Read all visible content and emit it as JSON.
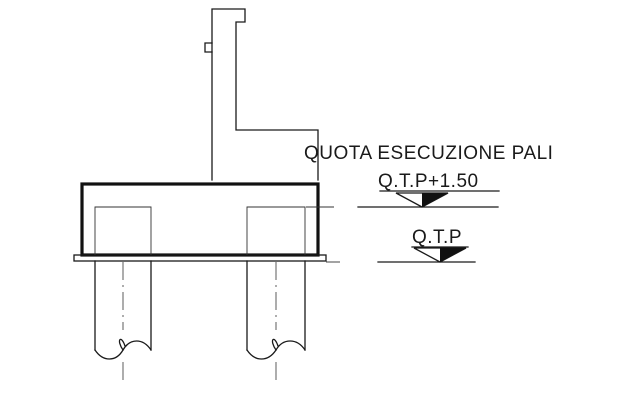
{
  "drawing": {
    "note_label": "QUOTA ESECUZIONE PALI",
    "levels": [
      {
        "label": "Q.T.P+1.50"
      },
      {
        "label": "Q.T.P"
      }
    ]
  }
}
